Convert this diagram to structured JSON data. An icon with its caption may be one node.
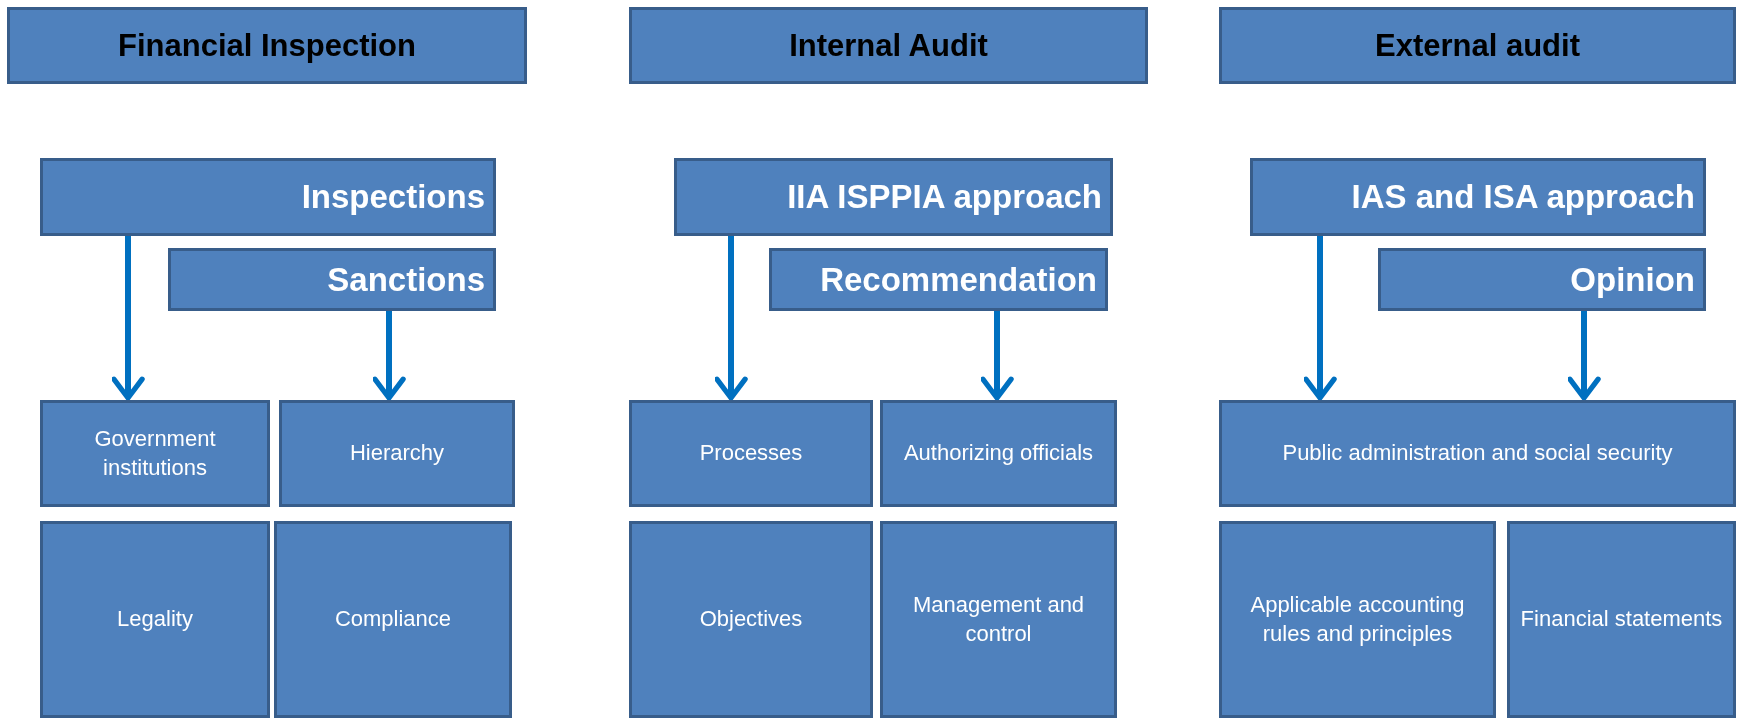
{
  "diagram": {
    "nodes": [
      {
        "text": [
          "Financial Inspection"
        ]
      },
      {
        "text": [
          "Internal Audit"
        ]
      },
      {
        "text": [
          "External audit"
        ]
      },
      {
        "text": [
          "Inspections"
        ]
      },
      {
        "text": [
          "IIA ISPPIA approach"
        ]
      },
      {
        "text": [
          "IAS and ISA approach"
        ]
      },
      {
        "text": [
          "Sanctions"
        ]
      },
      {
        "text": [
          "Recommendation"
        ]
      },
      {
        "text": [
          "Opinion"
        ]
      },
      {
        "text": [
          "Government institutions"
        ]
      },
      {
        "text": [
          "Hierarchy"
        ]
      },
      {
        "text": [
          "Processes"
        ]
      },
      {
        "text": [
          "Authorizing officials"
        ]
      },
      {
        "text": [
          "Public administration and social security"
        ]
      },
      {
        "text": [
          "Legality"
        ]
      },
      {
        "text": [
          "Compliance"
        ]
      },
      {
        "text": [
          "Objectives"
        ]
      },
      {
        "text": [
          "Management and control"
        ]
      },
      {
        "text": [
          "Applicable accounting rules and principles"
        ]
      },
      {
        "text": [
          "Financial statements"
        ]
      }
    ],
    "edges": [
      {
        "from": 3,
        "to": 9,
        "arrow": "to"
      },
      {
        "from": 6,
        "to": 10,
        "arrow": "to"
      },
      {
        "from": 4,
        "to": 11,
        "arrow": "to"
      },
      {
        "from": 7,
        "to": 12,
        "arrow": "to"
      },
      {
        "from": 5,
        "to": 13,
        "arrow": "to"
      },
      {
        "from": 8,
        "to": 13,
        "arrow": "to"
      }
    ]
  }
}
